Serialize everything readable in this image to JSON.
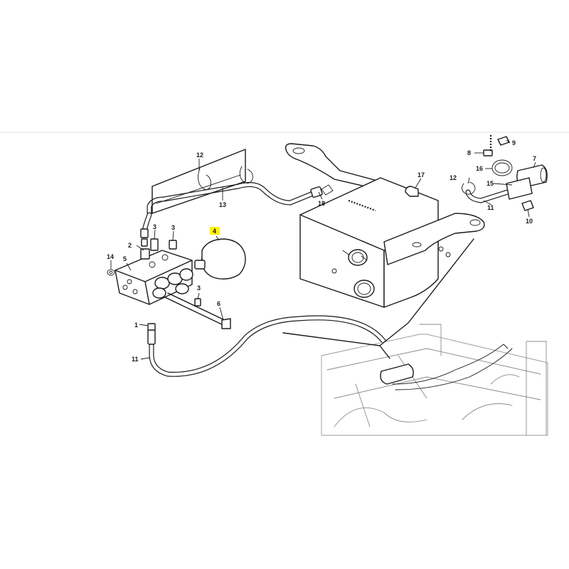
{
  "callouts": [
    {
      "id": "c12a",
      "label": "12"
    },
    {
      "id": "c13",
      "label": "13"
    },
    {
      "id": "c18",
      "label": "18"
    },
    {
      "id": "c17",
      "label": "17"
    },
    {
      "id": "c12b",
      "label": "12"
    },
    {
      "id": "c15",
      "label": "15"
    },
    {
      "id": "c11a",
      "label": "11"
    },
    {
      "id": "c9",
      "label": "9"
    },
    {
      "id": "c8",
      "label": "8"
    },
    {
      "id": "c16",
      "label": "16"
    },
    {
      "id": "c7",
      "label": "7"
    },
    {
      "id": "c10",
      "label": "10"
    },
    {
      "id": "c2",
      "label": "2"
    },
    {
      "id": "c3a",
      "label": "3"
    },
    {
      "id": "c3b",
      "label": "3"
    },
    {
      "id": "c4",
      "label": "4",
      "highlighted": true
    },
    {
      "id": "c14",
      "label": "14"
    },
    {
      "id": "c5",
      "label": "5"
    },
    {
      "id": "c3c",
      "label": "3"
    },
    {
      "id": "c6",
      "label": "6"
    },
    {
      "id": "c1",
      "label": "1"
    },
    {
      "id": "c11b",
      "label": "11"
    }
  ],
  "colors": {
    "line": "#1a1a1a",
    "highlight": "#fff200",
    "ghost": "#8a8a8a",
    "background": "#ffffff"
  }
}
